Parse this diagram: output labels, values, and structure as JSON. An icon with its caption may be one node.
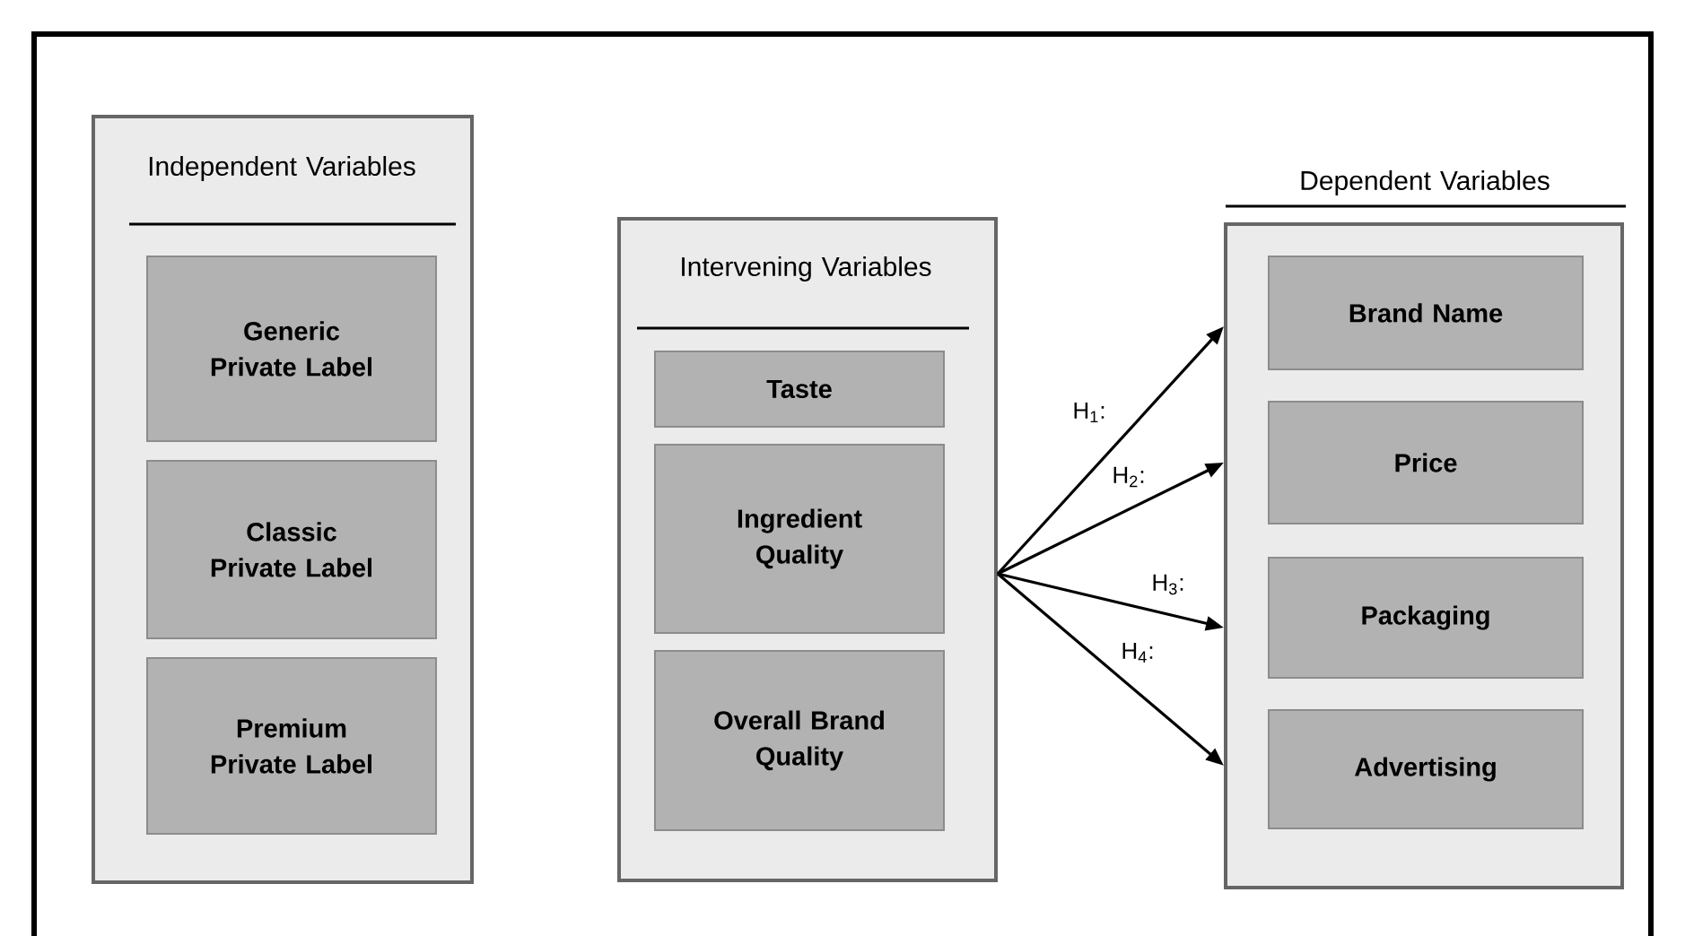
{
  "diagram": {
    "nodes": [
      {
        "text": [
          "Independent Variables"
        ]
      },
      {
        "text": [
          "Generic Private Label"
        ],
        "in": 0
      },
      {
        "text": [
          "Classic Private Label"
        ],
        "in": 0
      },
      {
        "text": [
          "Premium Private Label"
        ],
        "in": 0
      },
      {
        "text": [
          "Intervening Variables"
        ]
      },
      {
        "text": [
          "Taste"
        ],
        "in": 4
      },
      {
        "text": [
          "Ingredient Quality"
        ],
        "in": 4
      },
      {
        "text": [
          "Overall Brand Quality"
        ],
        "in": 4
      },
      {
        "text": [
          "Dependent Variables"
        ]
      },
      {
        "text": [
          "Brand Name"
        ],
        "in": 8
      },
      {
        "text": [
          "Price"
        ],
        "in": 8
      },
      {
        "text": [
          "Packaging"
        ],
        "in": 8
      },
      {
        "text": [
          "Advertising"
        ],
        "in": 8
      }
    ],
    "edges": [
      {
        "from": 4,
        "to": 8,
        "arrow": "to",
        "label": "H$_{1}$:"
      },
      {
        "from": 4,
        "to": 8,
        "arrow": "to",
        "label": "H$_{2}$:"
      },
      {
        "from": 4,
        "to": 8,
        "arrow": "to",
        "label": "H$_{3}$:"
      },
      {
        "from": 4,
        "to": 8,
        "arrow": "to",
        "label": "H$_{4}$:"
      }
    ]
  }
}
